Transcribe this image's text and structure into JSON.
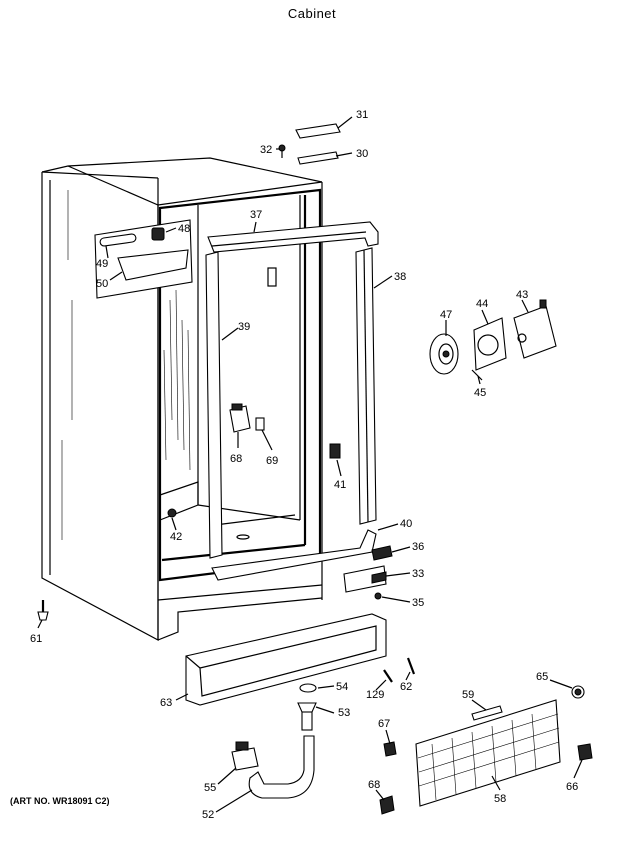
{
  "title": "Cabinet",
  "art_no": "(ART NO. WR18091 C2)",
  "callouts": {
    "c31": "31",
    "c32": "32",
    "c30": "30",
    "c37": "37",
    "c48": "48",
    "c49": "49",
    "c50": "50",
    "c38": "38",
    "c39": "39",
    "c47": "47",
    "c44": "44",
    "c43": "43",
    "c45": "45",
    "c68a": "68",
    "c69": "69",
    "c41": "41",
    "c42": "42",
    "c40": "40",
    "c36": "36",
    "c33": "33",
    "c35": "35",
    "c61": "61",
    "c63": "63",
    "c54": "54",
    "c129": "129",
    "c62": "62",
    "c53": "53",
    "c59": "59",
    "c65": "65",
    "c67": "67",
    "c55": "55",
    "c52": "52",
    "c68b": "68",
    "c58": "58",
    "c66": "66"
  }
}
